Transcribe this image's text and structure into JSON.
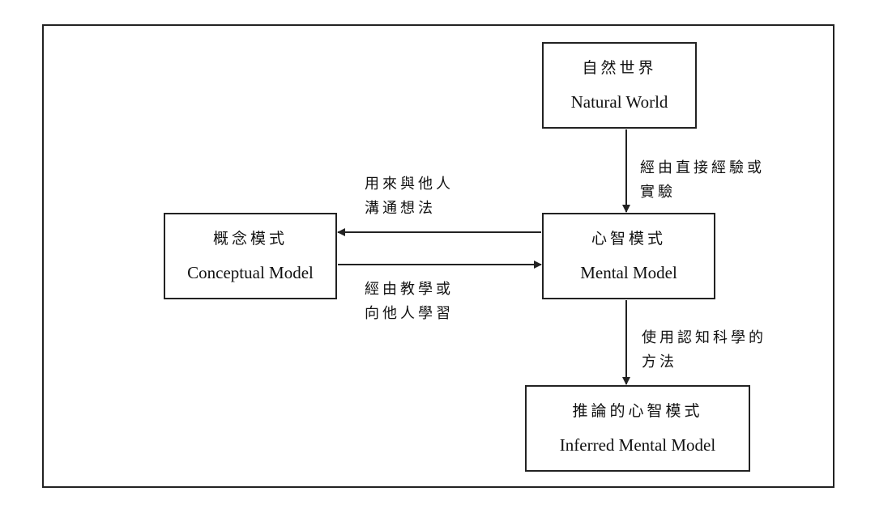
{
  "nodes": {
    "natural_world": {
      "zh": "自然世界",
      "en": "Natural World"
    },
    "conceptual_model": {
      "zh": "概念模式",
      "en": "Conceptual Model"
    },
    "mental_model": {
      "zh": "心智模式",
      "en": "Mental Model"
    },
    "inferred_mental_model": {
      "zh": "推論的心智模式",
      "en": "Inferred Mental Model"
    }
  },
  "edges": {
    "natural_to_mental": {
      "line1": "經由直接經驗或",
      "line2": "實驗"
    },
    "mental_to_conceptual": {
      "line1": "用來與他人",
      "line2": "溝通想法"
    },
    "conceptual_to_mental": {
      "line1": "經由教學或",
      "line2": "向他人學習"
    },
    "mental_to_inferred": {
      "line1": "使用認知科學的",
      "line2": "方法"
    }
  },
  "colors": {
    "line": "#222222",
    "background": "#ffffff"
  }
}
